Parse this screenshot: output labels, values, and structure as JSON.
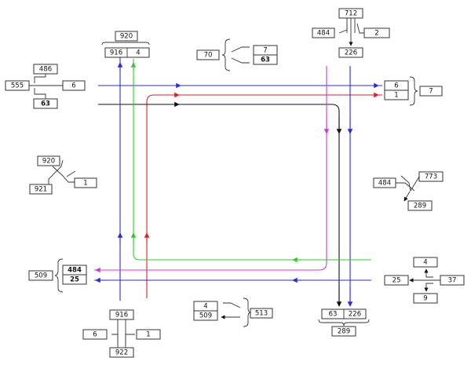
{
  "colors": {
    "blue": "#2b2bd9",
    "red": "#e01f1f",
    "green": "#2ecc2e",
    "magenta": "#c63fd4",
    "black": "#111111"
  },
  "labels": {
    "top_left_sum": "920",
    "top_left_a": "916",
    "top_left_b": "4",
    "top_mid_sum": "70",
    "top_mid_a": "7",
    "top_mid_b": "63",
    "top_right_total": "712",
    "top_right_left": "484",
    "top_right_right": "2",
    "top_right_out": "226",
    "left_in": "555",
    "left_up": "486",
    "left_right": "6",
    "left_down": "63",
    "right_top_a": "6",
    "right_top_b": "1",
    "right_top_sum": "7",
    "cross_left_top": "920",
    "cross_left_bottom": "921",
    "cross_left_right": "1",
    "cross_right_top": "773",
    "cross_right_left": "484",
    "cross_right_bottom": "289",
    "left_bottom_sum": "509",
    "left_bottom_a": "484",
    "left_bottom_b": "25",
    "right_bottom_in": "37",
    "right_bottom_up": "4",
    "right_bottom_left": "25",
    "right_bottom_down": "9",
    "mid_bottom_a": "4",
    "mid_bottom_b": "509",
    "mid_bottom_sum": "513",
    "bottom_right_a": "63",
    "bottom_right_b": "226",
    "bottom_right_sum": "289",
    "bottom_top": "916",
    "bottom_left": "6",
    "bottom_right": "1",
    "bottom_total": "922"
  }
}
